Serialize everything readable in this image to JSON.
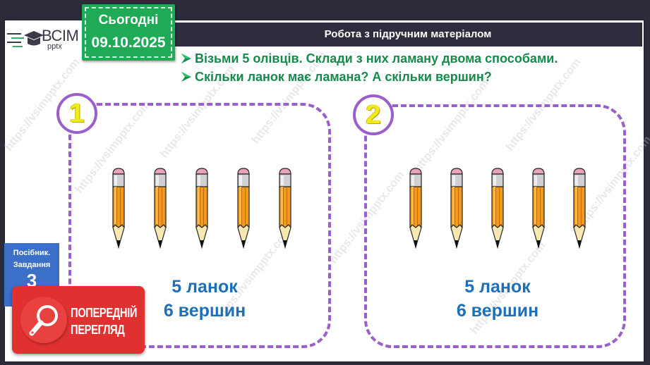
{
  "header": {
    "title": "Робота з підручним матеріалом"
  },
  "logo": {
    "name": "ВСІМ",
    "sub": "pptx",
    "icon": "graduation-cap-icon"
  },
  "date_badge": {
    "label": "Сьогодні",
    "date": "09.10.2025",
    "color": "#1faa55"
  },
  "instructions": [
    {
      "icon": "arrow-bullet-icon",
      "text": "Візьми 5 олівців. Склади з них ламану двома способами."
    },
    {
      "icon": "arrow-bullet-icon",
      "text": "Скільки ланок має ламана? А скільки вершин?"
    }
  ],
  "panels": [
    {
      "number": "1",
      "pencil_count": 5,
      "answer_line1": "5 ланок",
      "answer_line2": "6 вершин"
    },
    {
      "number": "2",
      "pencil_count": 5,
      "answer_line1": "5 ланок",
      "answer_line2": "6 вершин"
    }
  ],
  "side_tab": {
    "line1": "Посібник.",
    "line2": "Завдання",
    "number": "3"
  },
  "preview_badge": {
    "icon": "magnifier-icon",
    "line1": "ПОПЕРЕДНІЙ",
    "line2": "ПЕРЕГЛЯД",
    "color": "#e13030"
  },
  "watermark": {
    "text": "https://vsimpptx.com"
  },
  "colors": {
    "panel_border": "#9b5fcc",
    "answer_text": "#1d6fb8",
    "instruction_text": "#168a4a",
    "header_bg": "#2e2d3d"
  }
}
